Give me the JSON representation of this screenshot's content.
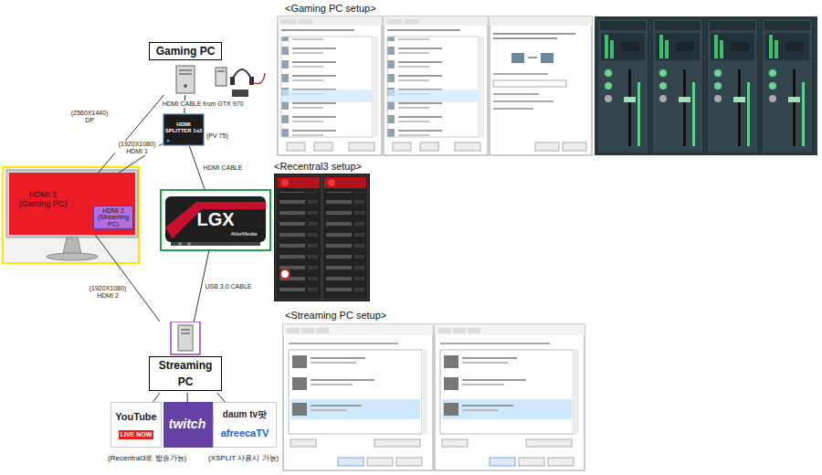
{
  "diagram": {
    "nodes": [
      {
        "text": [
          "Gaming PC"
        ]
      },
      {
        "text": [
          "HDMI 1 (Gaming PC)"
        ]
      },
      {
        "text": [
          "HDMI 2 (Streaming PC)"
        ],
        "in": 1
      },
      {
        "text": [
          "HDMI SPLITTER 1x2"
        ]
      },
      {
        "text": [
          "LGX",
          "AVerMedia"
        ]
      },
      {
        "text": [
          "Streaming PC"
        ]
      },
      {
        "text": [
          "YouTube",
          "LIVE NOW"
        ]
      },
      {
        "text": [
          "twitch"
        ]
      },
      {
        "text": [
          "daum tv팟",
          "afreecaTV"
        ]
      }
    ],
    "edges": [
      {
        "from": 0,
        "to": 1,
        "label": "(2560X1440) DP",
        "arrow": "none"
      },
      {
        "from": 0,
        "to": 3,
        "label": "HDMI CABLE from GTX 970",
        "arrow": "none"
      },
      {
        "from": 3,
        "to": 1,
        "label": "(1920X1080) HDMI 1",
        "arrow": "none"
      },
      {
        "from": 3,
        "to": 4,
        "label": "HDMI CABLE",
        "arrow": "none"
      },
      {
        "from": 1,
        "to": 5,
        "label": "(1920X1080) HDMI 2",
        "arrow": "none"
      },
      {
        "from": 4,
        "to": 5,
        "label": "USB 3.0 CABLE",
        "arrow": "none"
      },
      {
        "from": 5,
        "to": 6,
        "arrow": "none"
      },
      {
        "from": 5,
        "to": 7,
        "arrow": "none"
      },
      {
        "from": 5,
        "to": 8,
        "arrow": "none"
      }
    ],
    "labels": [
      "(PV 75)",
      "<Gaming PC setup>",
      "<Recentral3 setup>",
      "<Streaming PC setup>",
      "(Recentral3로 방송가능)",
      "(XSPLIT 사용시 가능)"
    ]
  }
}
